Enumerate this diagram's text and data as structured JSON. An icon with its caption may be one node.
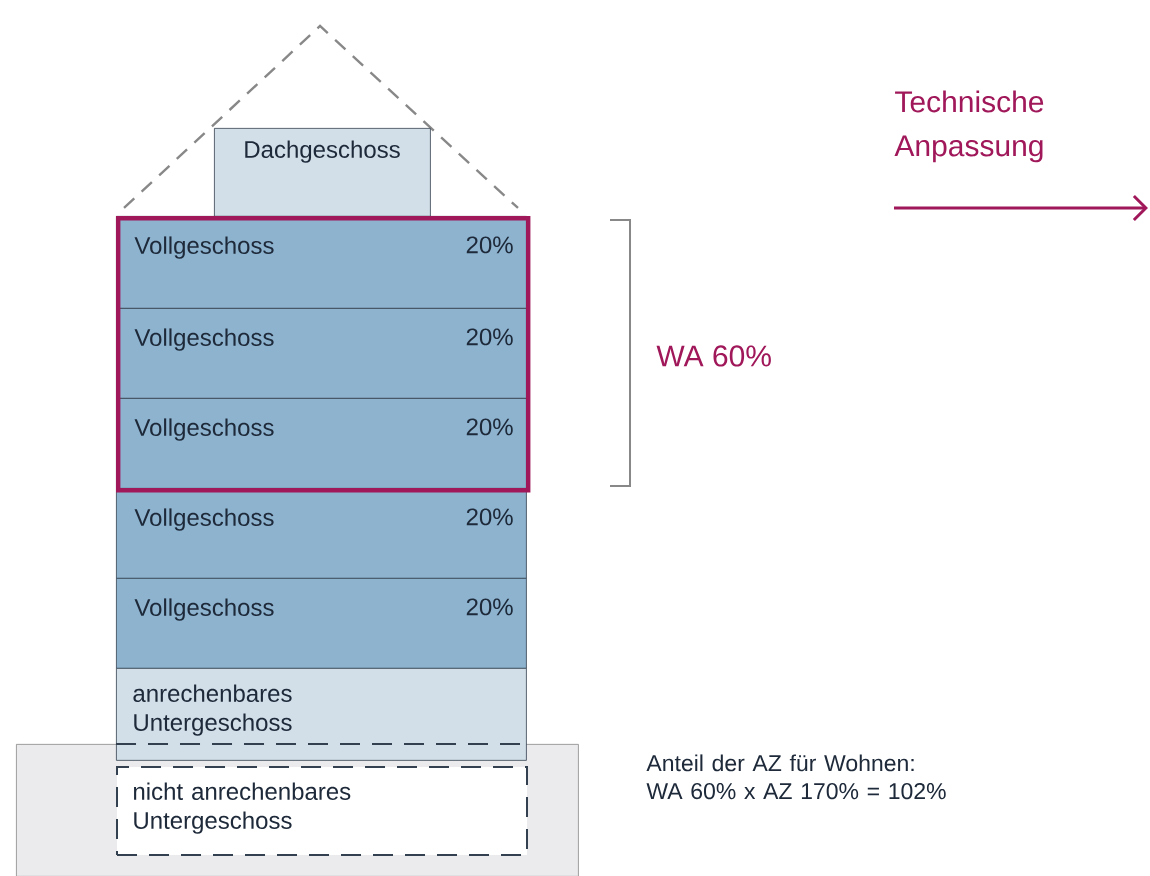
{
  "diagram": {
    "nodes": [
      {
        "text": [
          "Dachgeschoss"
        ]
      },
      {
        "text": [],
        "shape": "box"
      },
      {
        "text": [
          "Vollgeschoss",
          "20%"
        ],
        "in": 1
      },
      {
        "text": [
          "Vollgeschoss",
          "20%"
        ],
        "in": 1
      },
      {
        "text": [
          "Vollgeschoss",
          "20%"
        ],
        "in": 1
      },
      {
        "text": [
          "Vollgeschoss",
          "20%"
        ]
      },
      {
        "text": [
          "Vollgeschoss",
          "20%"
        ]
      },
      {
        "text": [
          "anrechenbares Untergeschoss"
        ]
      },
      {
        "text": [],
        "shape": "box"
      },
      {
        "text": [
          "nicht anrechenbares Untergeschoss"
        ],
        "in": 8
      }
    ],
    "labels": [
      "WA 60%",
      "Technische Anpassung",
      "Anteil der AZ für Wohnen: WA 60% x AZ 170% = 102%"
    ]
  }
}
